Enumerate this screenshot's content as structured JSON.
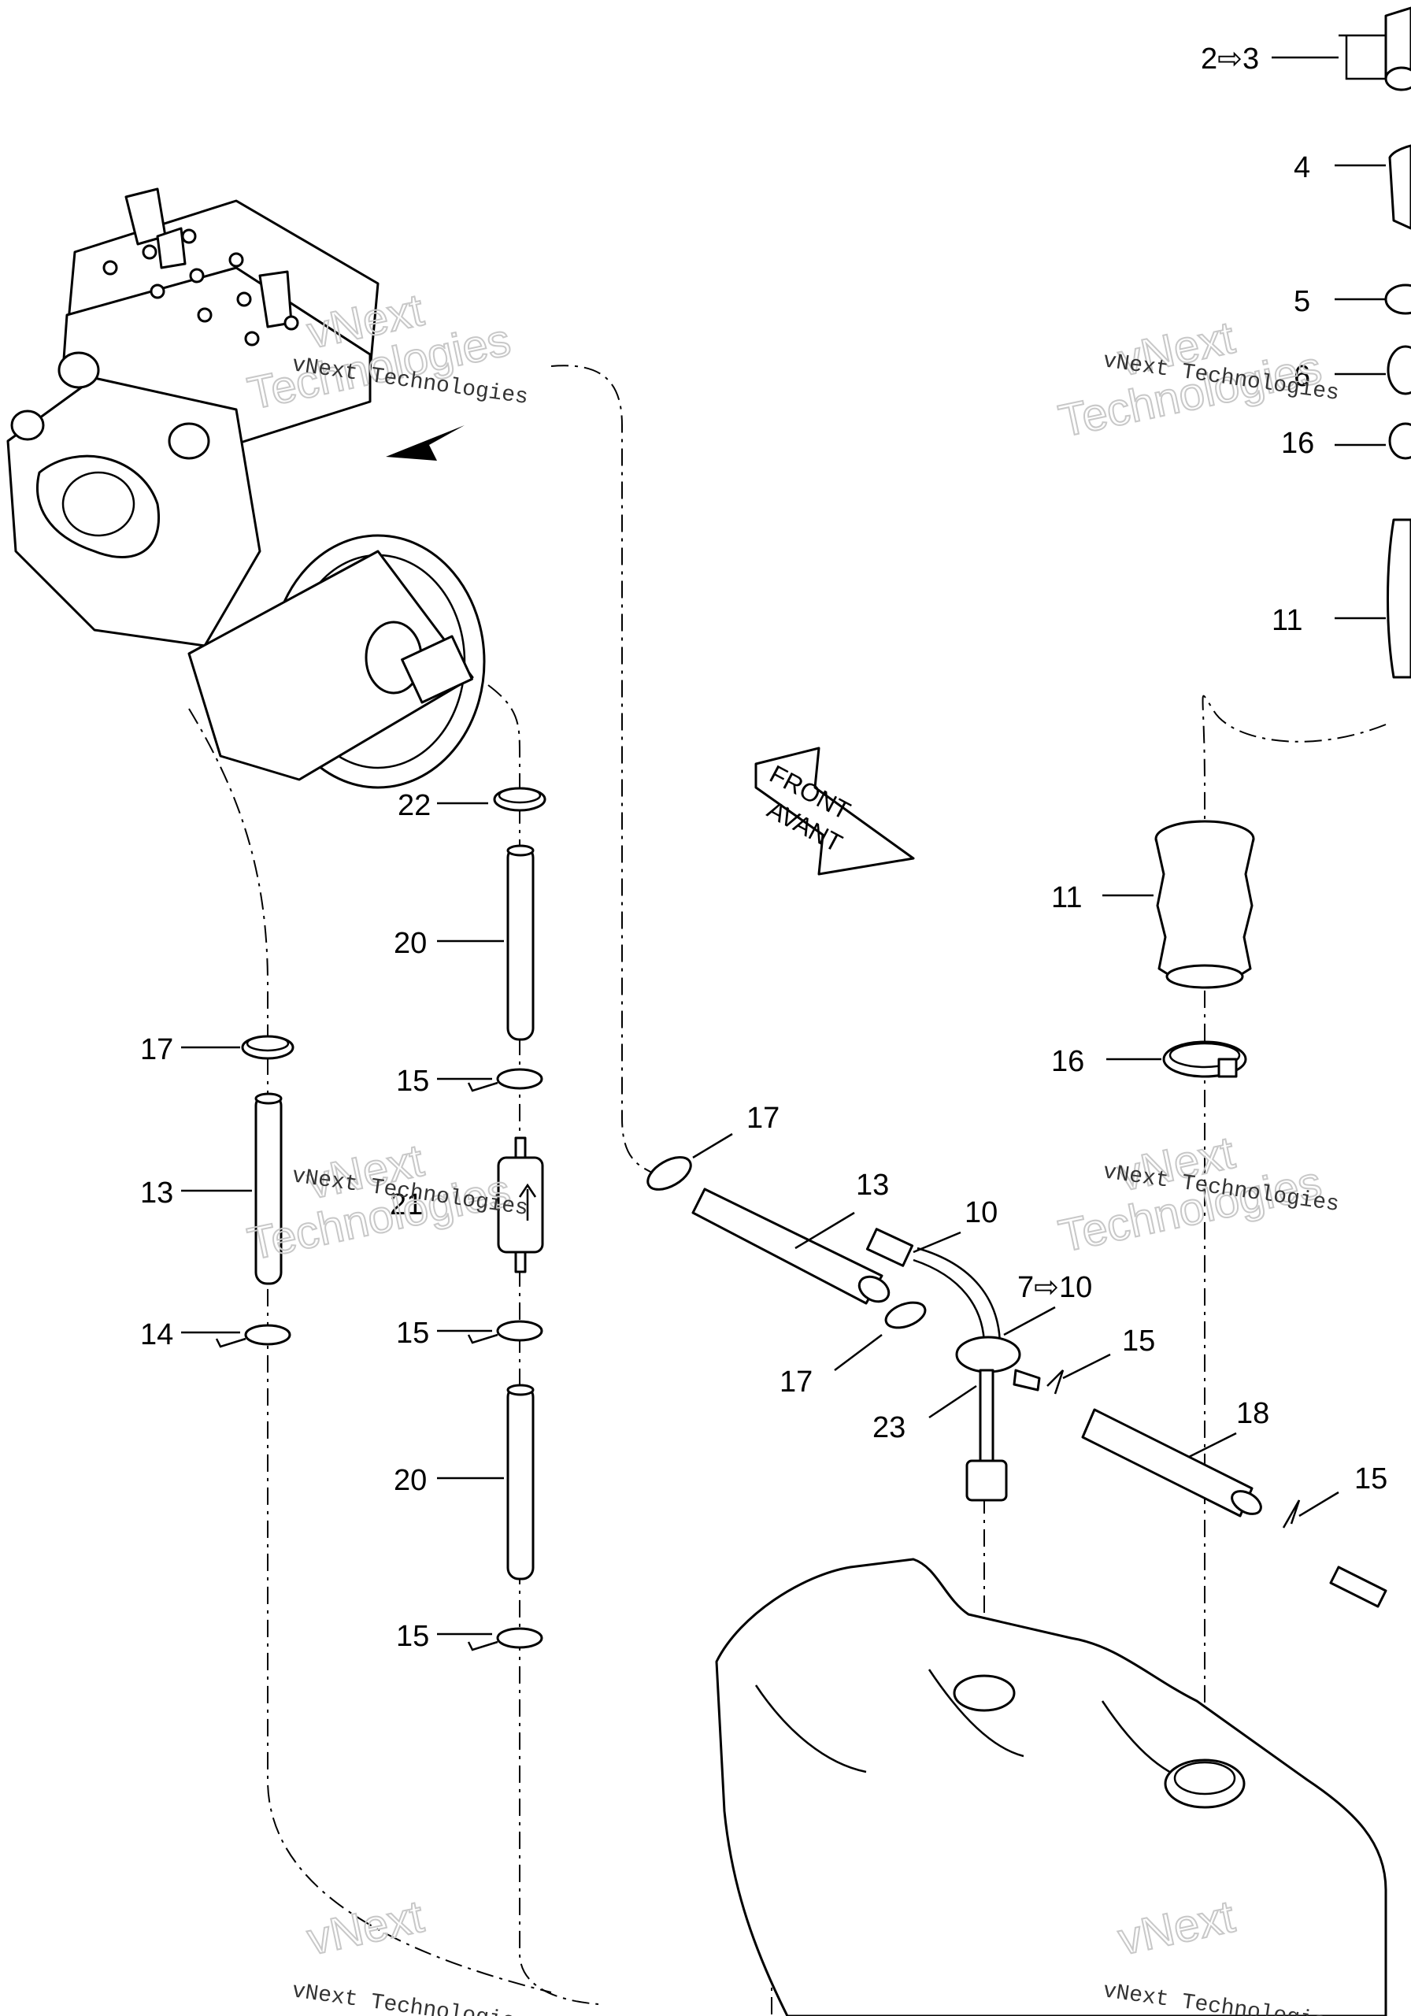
{
  "diagram": {
    "front_label": "FRONT",
    "avant_label": "AVANT",
    "watermark": {
      "brand_line1": "vNext",
      "brand_line2": "Technologies",
      "full": "vNext Technologies"
    },
    "callouts": [
      {
        "id": "c-2-3",
        "label": "2⇨3"
      },
      {
        "id": "c-4",
        "label": "4"
      },
      {
        "id": "c-5",
        "label": "5"
      },
      {
        "id": "c-6",
        "label": "6"
      },
      {
        "id": "c-16a",
        "label": "16"
      },
      {
        "id": "c-11a",
        "label": "11"
      },
      {
        "id": "c-22",
        "label": "22"
      },
      {
        "id": "c-20a",
        "label": "20"
      },
      {
        "id": "c-11b",
        "label": "11"
      },
      {
        "id": "c-17a",
        "label": "17"
      },
      {
        "id": "c-15a",
        "label": "15"
      },
      {
        "id": "c-16b",
        "label": "16"
      },
      {
        "id": "c-17b",
        "label": "17"
      },
      {
        "id": "c-13a",
        "label": "13"
      },
      {
        "id": "c-21",
        "label": "21"
      },
      {
        "id": "c-13b",
        "label": "13"
      },
      {
        "id": "c-10",
        "label": "10"
      },
      {
        "id": "c-7-10",
        "label": "7⇨10"
      },
      {
        "id": "c-14",
        "label": "14"
      },
      {
        "id": "c-15b",
        "label": "15"
      },
      {
        "id": "c-15c",
        "label": "15"
      },
      {
        "id": "c-17c",
        "label": "17"
      },
      {
        "id": "c-23",
        "label": "23"
      },
      {
        "id": "c-18",
        "label": "18"
      },
      {
        "id": "c-20b",
        "label": "20"
      },
      {
        "id": "c-15d",
        "label": "15"
      },
      {
        "id": "c-15e",
        "label": "15"
      }
    ]
  }
}
